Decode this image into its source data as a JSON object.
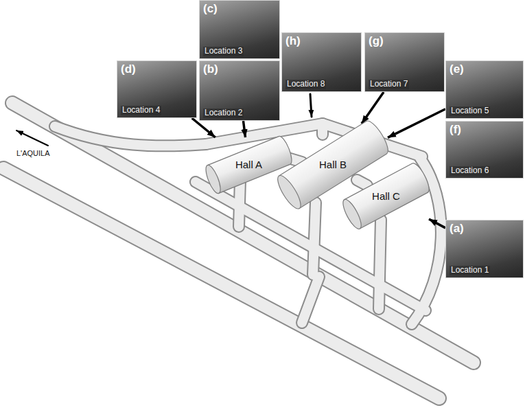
{
  "diagram": {
    "nodes": [
      {
        "text": [
          "(c)",
          "Location 3"
        ]
      },
      {
        "text": [
          "(d)",
          "Location 4"
        ]
      },
      {
        "text": [
          "(b)",
          "Location 2"
        ]
      },
      {
        "text": [
          "(h)",
          "Location 8"
        ]
      },
      {
        "text": [
          "(g)",
          "Location 7"
        ]
      },
      {
        "text": [
          "(e)",
          "Location 5"
        ]
      },
      {
        "text": [
          "(f)",
          "Location 6"
        ]
      },
      {
        "text": [
          "Hall A"
        ]
      },
      {
        "text": [
          "Hall B"
        ]
      },
      {
        "text": [
          "Hall C"
        ]
      },
      {
        "text": [
          "(a)",
          "Location 1"
        ]
      }
    ],
    "edges": [
      {
        "from": 1,
        "to": 7,
        "arrow": "to"
      },
      {
        "from": 2,
        "to": 7,
        "arrow": "to"
      },
      {
        "from": 4,
        "to": 8,
        "arrow": "to"
      },
      {
        "from": 5,
        "to": 8,
        "arrow": "to"
      },
      {
        "from": 10,
        "to": 9,
        "arrow": "to"
      }
    ],
    "labels": [
      "L'AQUILA"
    ]
  }
}
